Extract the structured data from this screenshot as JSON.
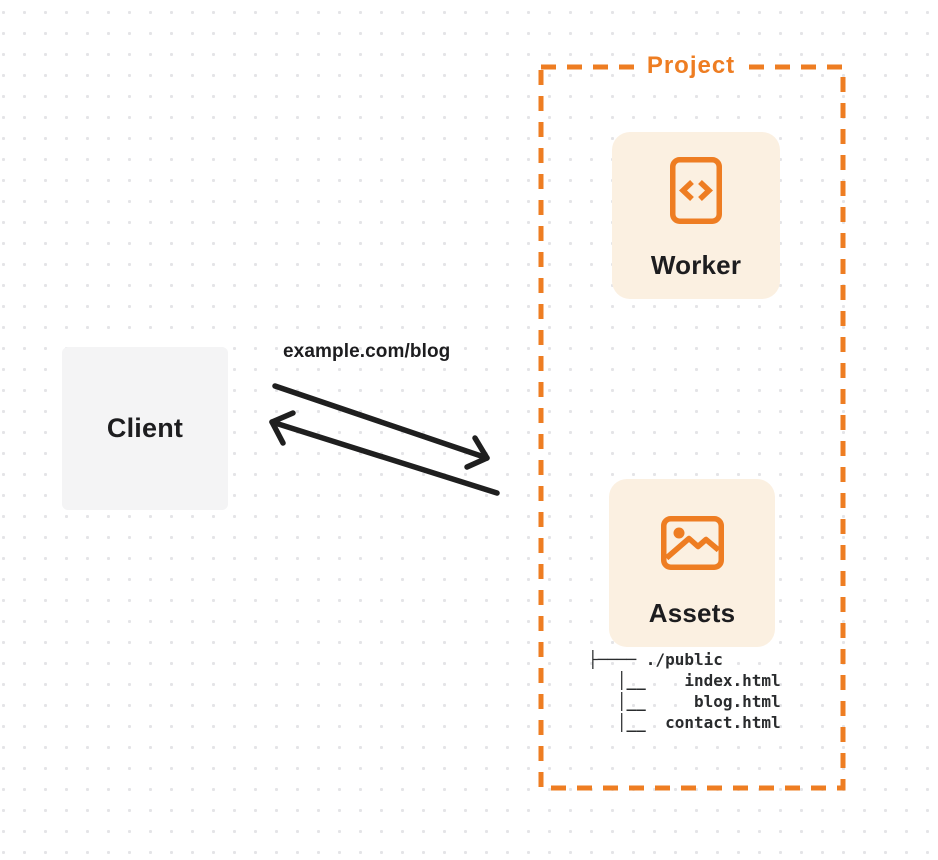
{
  "client": {
    "label": "Client"
  },
  "request": {
    "label": "example.com/blog"
  },
  "project": {
    "label": "Project",
    "cards": [
      {
        "label": "Worker",
        "icon": "code-document-icon"
      },
      {
        "label": "Assets",
        "icon": "image-icon"
      }
    ],
    "file_tree": "├──── ./public\n   │__    index.html\n   │__     blog.html\n   │__  contact.html"
  },
  "colors": {
    "accent_orange": "#EE7D22",
    "card_bg": "#FBF0E1",
    "client_bg": "#F4F4F5",
    "arrow": "#1F1F1F",
    "label_text": "#1D1D1F",
    "tree_text": "#2A2C2E",
    "dot": "#E4E4E7",
    "page_bg": "#FFFFFF"
  }
}
